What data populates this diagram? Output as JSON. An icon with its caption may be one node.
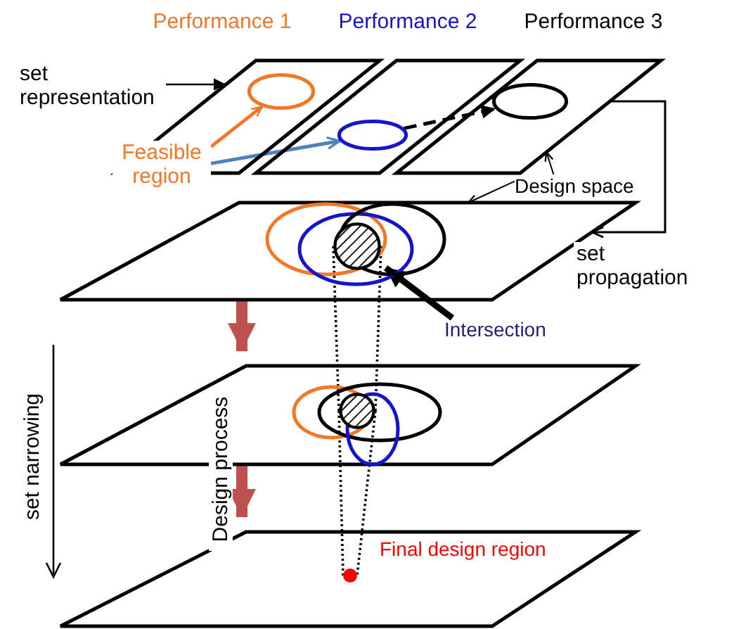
{
  "diagram": {
    "nodes": [
      {
        "text": [
          "Performance 1"
        ]
      },
      {
        "text": [
          "Performance 2"
        ]
      },
      {
        "text": [
          "Performance 3"
        ]
      },
      {
        "text": [],
        "shape": "ellipse",
        "in": 0
      },
      {
        "text": [],
        "shape": "ellipse",
        "in": 1
      },
      {
        "text": [],
        "shape": "ellipse",
        "in": 2
      },
      {
        "text": [
          "set representation"
        ]
      },
      {
        "text": [
          "Feasible region"
        ]
      },
      {
        "text": [
          "Design space"
        ]
      },
      {
        "text": [],
        "shape": "parallelogram"
      },
      {
        "text": [],
        "shape": "circle",
        "in": 9
      },
      {
        "text": [
          "Intersection"
        ]
      },
      {
        "text": [],
        "shape": "parallelogram"
      },
      {
        "text": [],
        "shape": "circle",
        "in": 12
      },
      {
        "text": [],
        "shape": "parallelogram"
      },
      {
        "text": [],
        "shape": "circle",
        "in": 14,
        "beside": [
          "Final design region"
        ]
      }
    ],
    "edges": [
      {
        "from": 6,
        "to": 0,
        "arrow": "to"
      },
      {
        "from": 7,
        "to": 3,
        "arrow": "to",
        "color": "#f07828"
      },
      {
        "from": 7,
        "to": 4,
        "arrow": "to",
        "color": "#4f81bd"
      },
      {
        "from": 4,
        "to": 5,
        "arrow": "to",
        "style": "dashed"
      },
      {
        "from": 8,
        "to": 2,
        "arrow": "to"
      },
      {
        "from": 8,
        "to": 9,
        "arrow": "to"
      },
      {
        "from": 2,
        "to": 9,
        "arrow": "to",
        "label": "set propagation"
      },
      {
        "from": 11,
        "to": 10,
        "arrow": "to",
        "style": "thick"
      },
      {
        "from": 9,
        "to": 12,
        "arrow": "to",
        "style": "thick",
        "color": "#c0504d"
      },
      {
        "from": 12,
        "to": 14,
        "arrow": "to",
        "style": "thick",
        "color": "#c0504d"
      },
      {
        "from": 10,
        "to": 13,
        "arrow": "none",
        "style": "dashed"
      },
      {
        "from": 10,
        "to": 13,
        "arrow": "none",
        "style": "dashed"
      },
      {
        "from": 13,
        "to": 15,
        "arrow": "none",
        "style": "dashed"
      },
      {
        "from": 13,
        "to": 15,
        "arrow": "none",
        "style": "dashed"
      }
    ],
    "labels": [
      "set narrowing",
      "Design process"
    ]
  }
}
